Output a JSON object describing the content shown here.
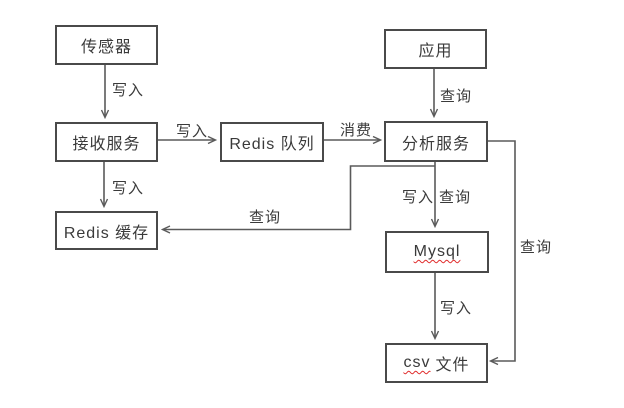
{
  "diagram": {
    "type": "flowchart",
    "colors": {
      "background": "#ffffff",
      "box_border": "#4a4a4a",
      "connector_line": "#5a5a5a",
      "text": "#3a3a3a",
      "spellcheck_underline": "#e02b2b"
    },
    "nodes": {
      "sensor": {
        "label": "传感器"
      },
      "app": {
        "label": "应用"
      },
      "receive_service": {
        "label": "接收服务"
      },
      "redis_queue": {
        "label": "Redis 队列"
      },
      "analysis_service": {
        "label": "分析服务"
      },
      "redis_cache": {
        "label": "Redis 缓存"
      },
      "mysql": {
        "label": "Mysql"
      },
      "csv_file": {
        "label_en": "csv",
        "label_zh": "文件"
      }
    },
    "edge_labels": {
      "sensor_to_receive": "写入",
      "receive_to_queue": "写入",
      "queue_to_analysis": "消费",
      "app_to_analysis": "查询",
      "receive_to_cache": "写入",
      "analysis_to_cache": "查询",
      "analysis_to_mysql_write": "写入",
      "analysis_to_mysql_query": "查询",
      "mysql_to_csv": "写入",
      "analysis_to_csv": "查询"
    }
  }
}
